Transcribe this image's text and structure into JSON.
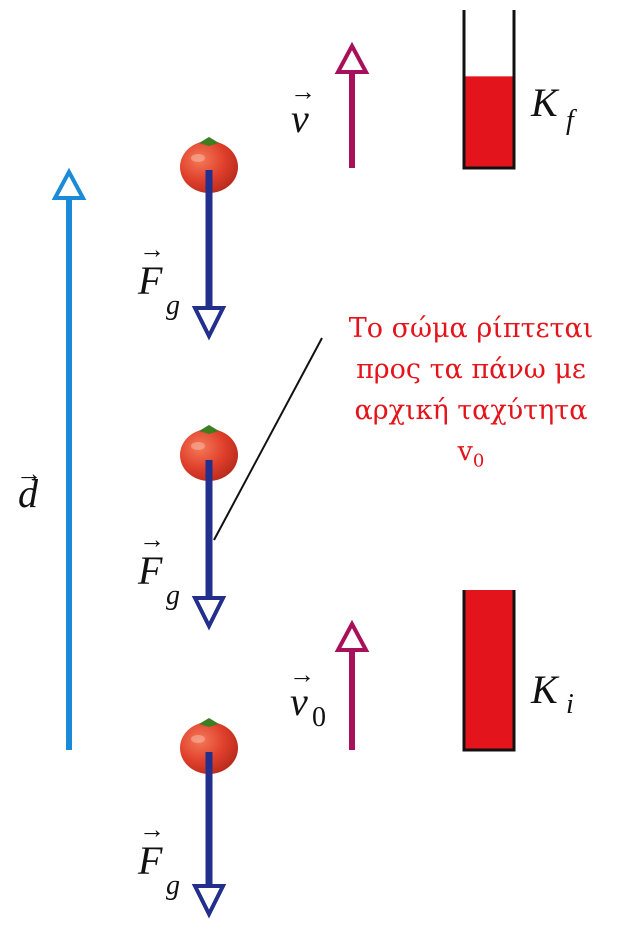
{
  "labels": {
    "displacement": "d",
    "velocity": "v",
    "initial_velocity_base": "v",
    "initial_velocity_sub": "0",
    "gravity_base": "F",
    "gravity_sub": "g",
    "final_kinetic_base": "K",
    "final_kinetic_sub": "f",
    "initial_kinetic_base": "K",
    "initial_kinetic_sub": "i"
  },
  "annotation": {
    "line1": "Το σώμα ρίπτεται",
    "line2": "προς τα πάνω με",
    "line3": "αρχική ταχύτητα",
    "line4_base": "v",
    "line4_sub": "0"
  },
  "energy_bars": {
    "final_fill_fraction": 0.58,
    "initial_fill_fraction": 1.0
  },
  "colors": {
    "displacement_arrow": "#1b8ad8",
    "gravity_arrow": "#232f8c",
    "velocity_arrow": "#a8105a",
    "energy_fill": "#e3141b",
    "annotation_text": "#e3141b",
    "tomato": "#e0402b"
  }
}
